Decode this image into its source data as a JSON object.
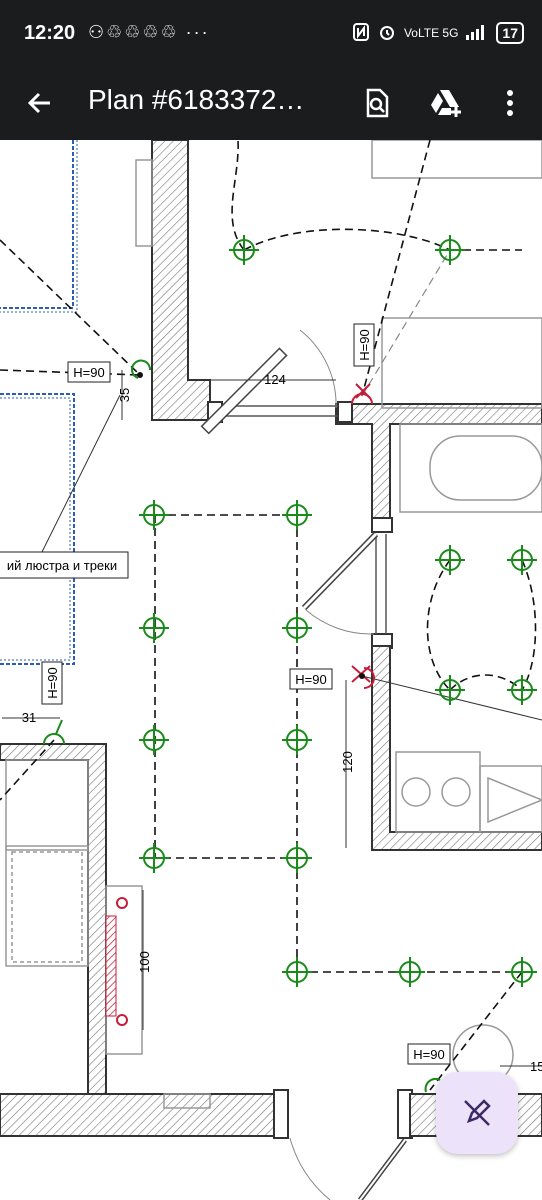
{
  "status_bar": {
    "time": "12:20",
    "icons_text": "⚇♲♲♲♲ ···",
    "network": "VoLTE 5G",
    "battery": "17"
  },
  "app_bar": {
    "title": "Plan #6183372…"
  },
  "plan": {
    "dim_124": "124",
    "dim_35": "35",
    "dim_31": "31",
    "dim_120": "120",
    "dim_100": "100",
    "dim_15": "15",
    "h90_a": "H=90",
    "h90_b": "H=90",
    "h90_c": "H=90",
    "h90_d": "H=90",
    "h90_e": "H=90",
    "lamp_note": "ий люстра и треки"
  },
  "colors": {
    "bar_bg": "#1b1c1e",
    "fixture_green": "#1a8a1a",
    "socket_red": "#c41e3a",
    "fab_bg": "#ece3fb",
    "fab_icon": "#3a2b66"
  }
}
